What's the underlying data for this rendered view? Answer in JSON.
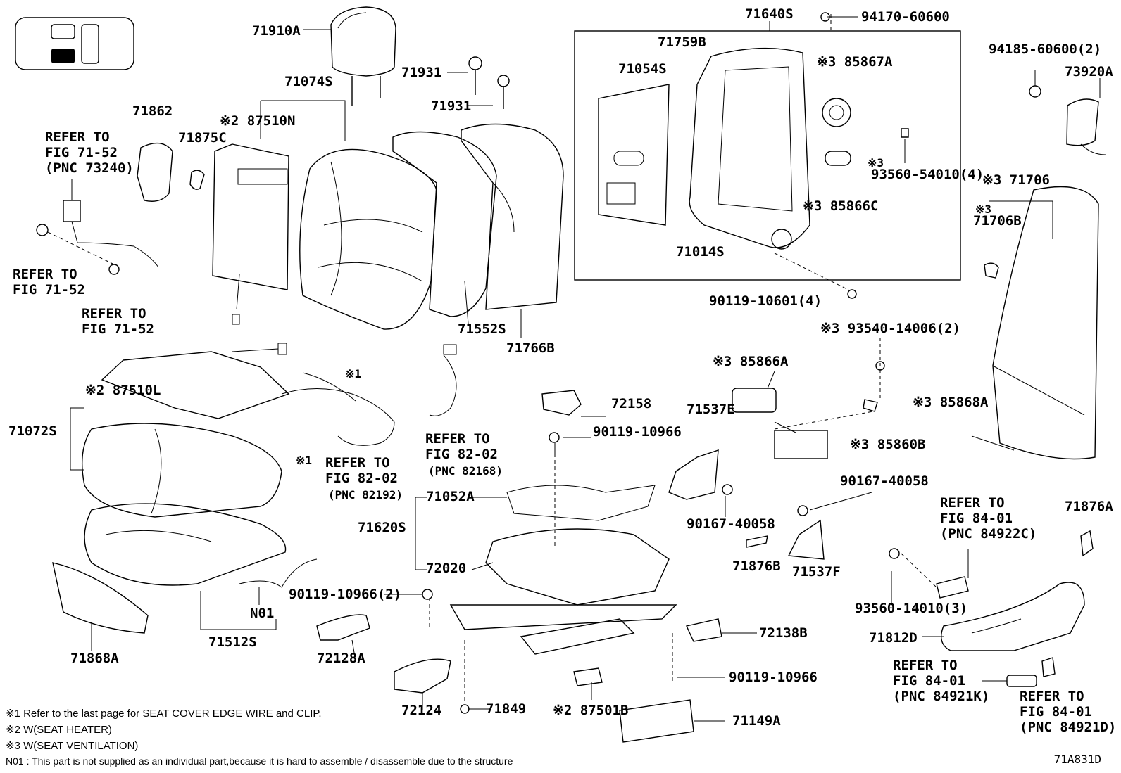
{
  "diagram_code": "71A831D",
  "labels": {
    "l71910A": "71910A",
    "l71074S": "71074S",
    "l71931a": "71931",
    "l71931b": "71931",
    "l71862": "71862",
    "l71875C": "71875C",
    "l87510N": "※2 87510N",
    "ref1": "REFER TO",
    "ref1b": "FIG 71-52",
    "ref1c": "(PNC 73240)",
    "ref2": "REFER TO",
    "ref2b": "FIG 71-52",
    "ref3": "REFER TO",
    "ref3b": "FIG 71-52",
    "l71640S": "71640S",
    "l94170": "94170-60600",
    "l71759B": "71759B",
    "l71054S": "71054S",
    "l85867A": "※3 85867A",
    "l93560_54010": "93560-54010(4)",
    "l93560_54010_mark": "※3",
    "l85866C": "※3 85866C",
    "l71014S": "71014S",
    "l94185": "94185-60600(2)",
    "l73920A": "73920A",
    "l71706": "※3 71706",
    "l71706B": "71706B",
    "l71706B_mark": "※3",
    "l90119_10601": "90119-10601(4)",
    "l93540": "※3 93540-14006(2)",
    "l85866A": "※3 85866A",
    "l85868A": "※3 85868A",
    "l85860B": "※3 85860B",
    "l71537E": "71537E",
    "l90167_40058a": "90167-40058",
    "l90167_40058b": "90167-40058",
    "l71876B": "71876B",
    "l71537F": "71537F",
    "l71552S": "71552S",
    "l71766B": "71766B",
    "l87510L": "※2 87510L",
    "l71072S": "71072S",
    "mark1a": "※1",
    "mark1b": "※1",
    "ref4": "REFER TO",
    "ref4b": "FIG 82-02",
    "ref4c": "(PNC 82192)",
    "ref5": "REFER TO",
    "ref5b": "FIG 82-02",
    "ref5c": "(PNC 82168)",
    "l72158": "72158",
    "l90119_10966a": "90119-10966",
    "l71052A": "71052A",
    "l71620S": "71620S",
    "l72020": "72020",
    "l90119_10966b": "90119-10966(2)",
    "l72138B": "72138B",
    "l90119_10966c": "90119-10966",
    "l71868A": "71868A",
    "l71512S": "71512S",
    "lN01": "N01",
    "l72128A": "72128A",
    "l72124": "72124",
    "l71849": "71849",
    "l87501B": "※2 87501B",
    "l71149A": "71149A",
    "ref6": "REFER TO",
    "ref6b": "FIG 84-01",
    "ref6c": "(PNC 84922C)",
    "l71876A": "71876A",
    "l93560_14010": "93560-14010(3)",
    "l71812D": "71812D",
    "ref7": "REFER TO",
    "ref7b": "FIG 84-01",
    "ref7c": "(PNC 84921K)",
    "ref8": "REFER TO",
    "ref8b": "FIG 84-01",
    "ref8c": "(PNC 84921D)"
  },
  "notes": [
    "※1 Refer to the last page for SEAT COVER EDGE WIRE and CLIP.",
    "※2 W(SEAT HEATER)",
    "※3 W(SEAT VENTILATION)",
    "N01 : This part is not supplied as an individual part,because it is hard to assemble / disassemble due to the structure"
  ]
}
